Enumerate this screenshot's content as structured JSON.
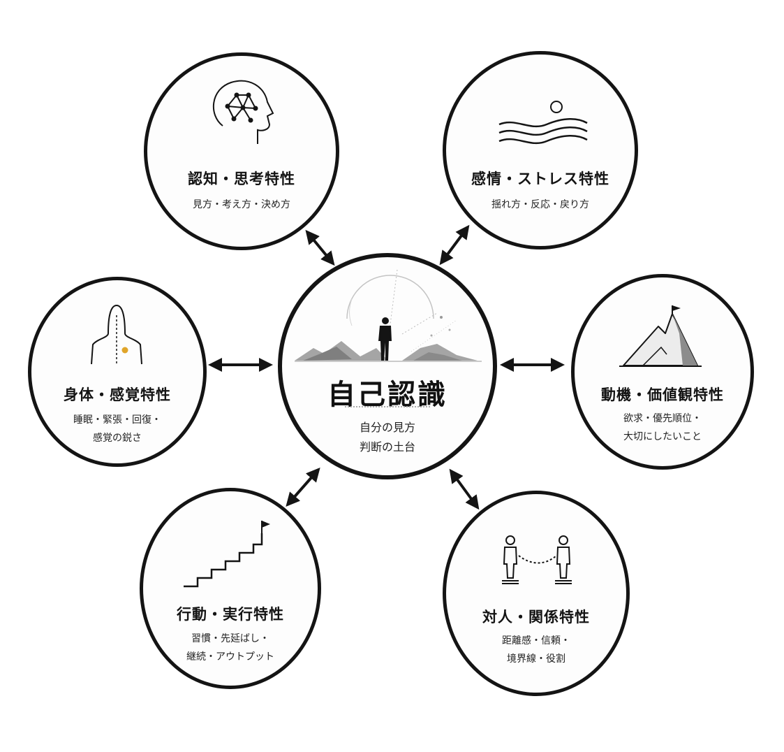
{
  "center": {
    "title": "自己認識",
    "subtitle_lines": [
      "自分の見方",
      "判断の土台"
    ]
  },
  "nodes": [
    {
      "id": "cognition",
      "icon": "brain-network-icon",
      "title": "認知・思考特性",
      "subtitle_lines": [
        "見方・考え方・決め方"
      ]
    },
    {
      "id": "emotion",
      "icon": "waves-sun-icon",
      "title": "感情・ストレス特性",
      "subtitle_lines": [
        "揺れ方・反応・戻り方"
      ]
    },
    {
      "id": "body",
      "icon": "body-silhouette-icon",
      "title": "身体・感覚特性",
      "subtitle_lines": [
        "睡眠・緊張・回復・",
        "感覚の鋭さ"
      ]
    },
    {
      "id": "motivation",
      "icon": "mountain-flag-icon",
      "title": "動機・価値観特性",
      "subtitle_lines": [
        "欲求・優先順位・",
        "大切にしたいこと"
      ]
    },
    {
      "id": "action",
      "icon": "stairs-flag-icon",
      "title": "行動・実行特性",
      "subtitle_lines": [
        "習慣・先延ばし・",
        "継続・アウトプット"
      ]
    },
    {
      "id": "relation",
      "icon": "two-people-icon",
      "title": "対人・関係特性",
      "subtitle_lines": [
        "距離感・信頼・",
        "境界線・役割"
      ]
    }
  ],
  "colors": {
    "ink": "#141414",
    "accent_dot": "#e0a52a",
    "mountain": "#9a9a9a"
  }
}
